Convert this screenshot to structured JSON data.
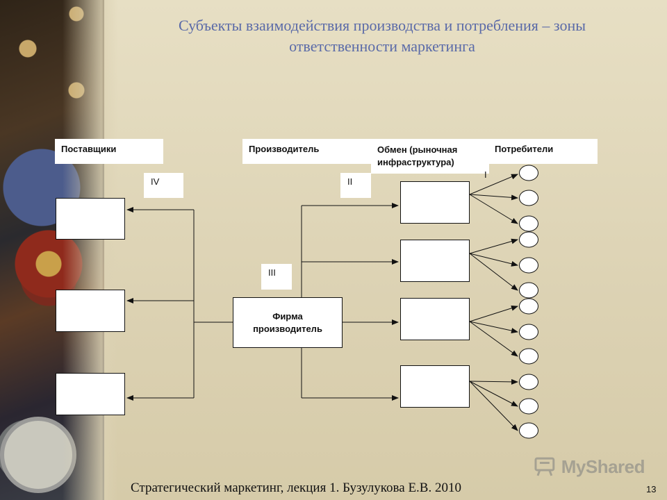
{
  "slide": {
    "title_line1": "Субъекты взаимодействия производства и потребления – зоны",
    "title_line2": "ответственности маркетинга",
    "footer": "Стратегический маркетинг, лекция 1. Бузулукова Е.В. 2010",
    "page_number": "13",
    "watermark": "MyShared"
  },
  "diagram": {
    "headers": {
      "suppliers": "Поставщики",
      "producer": "Производитель",
      "exchange_line1": "Обмен (рыночная",
      "exchange_line2": "инфраструктура)",
      "consumers": "Потребители"
    },
    "zones": {
      "zone_iv": "IV",
      "zone_ii": "II",
      "zone_i": "I",
      "zone_iii": "III"
    },
    "firm_line1": "Фирма",
    "firm_line2": "производитель"
  },
  "colors": {
    "title": "#5a6aa8",
    "box_border": "#111111",
    "box_fill": "#ffffff"
  }
}
